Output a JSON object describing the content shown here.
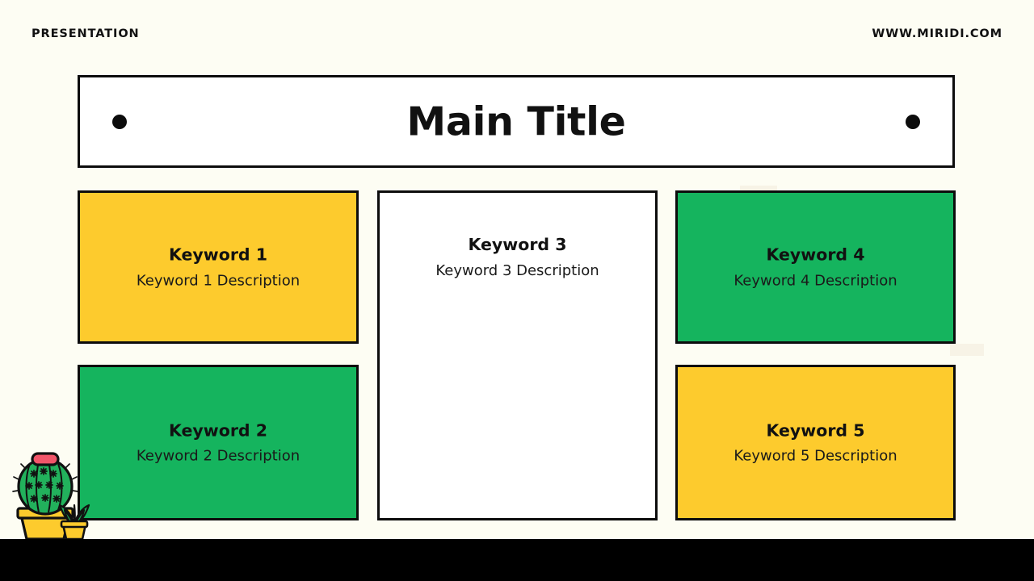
{
  "header": {
    "left_label": "PRESENTATION",
    "right_label": "WWW.MIRIDI.COM"
  },
  "title_bar": {
    "title": "Main Title",
    "dot_left": "bullet-dot",
    "dot_right": "bullet-dot"
  },
  "cards": [
    {
      "id": "kw1",
      "title": "Keyword 1",
      "description": "Keyword 1 Description",
      "color": "#fdcb2d",
      "style": "yellow"
    },
    {
      "id": "kw2",
      "title": "Keyword 2",
      "description": "Keyword 2 Description",
      "color": "#15b45e",
      "style": "green"
    },
    {
      "id": "kw3",
      "title": "Keyword 3",
      "description": "Keyword 3 Description",
      "color": "#ffffff",
      "style": "white"
    },
    {
      "id": "kw4",
      "title": "Keyword 4",
      "description": "Keyword 4 Description",
      "color": "#15b45e",
      "style": "green"
    },
    {
      "id": "kw5",
      "title": "Keyword 5",
      "description": "Keyword 5 Description",
      "color": "#fdcb2d",
      "style": "yellow"
    }
  ],
  "decorations": {
    "cactus_icon": "cactus-plant-icon",
    "small_plant_icon": "potted-plant-icon",
    "bottom_bar": "black-footer-bar"
  },
  "colors": {
    "background": "#fdfdf3",
    "outline": "#0c0c0c",
    "yellow": "#fdcb2d",
    "green": "#15b45e",
    "white": "#ffffff",
    "footer": "#000000",
    "flower_pink": "#f2566a",
    "pot_yellow": "#fdcb2d",
    "cactus_green": "#22b15c"
  }
}
